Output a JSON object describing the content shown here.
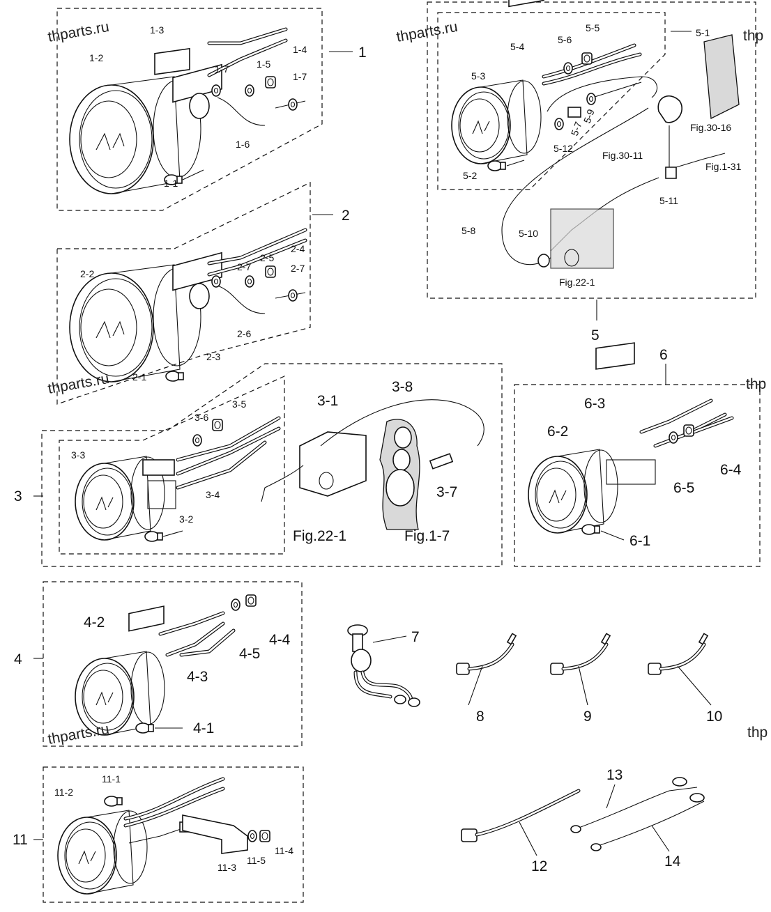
{
  "colors": {
    "line": "#111111",
    "background": "#ffffff",
    "shade": "#d9d9d9"
  },
  "watermarks": [
    "thparts.ru",
    "thparts.ru",
    "thparts.ru",
    "thparts.ru",
    "thp",
    "thp",
    "thp"
  ],
  "groups": {
    "g1": {
      "id": "1",
      "parts": [
        "1-1",
        "1-2",
        "1-3",
        "1-4",
        "1-5",
        "1-6",
        "1-7",
        "1-7"
      ]
    },
    "g2": {
      "id": "2",
      "parts": [
        "2-1",
        "2-2",
        "2-3",
        "2-4",
        "2-5",
        "2-6",
        "2-7",
        "2-7"
      ]
    },
    "g3": {
      "id": "3",
      "parts": [
        "3-1",
        "3-2",
        "3-3",
        "3-4",
        "3-5",
        "3-6",
        "3-7",
        "3-8"
      ],
      "refs": [
        "Fig.22-1",
        "Fig.1-7"
      ]
    },
    "g4": {
      "id": "4",
      "parts": [
        "4-1",
        "4-2",
        "4-3",
        "4-4",
        "4-5"
      ]
    },
    "g5": {
      "id": "5",
      "parts": [
        "5-1",
        "5-2",
        "5-3",
        "5-4",
        "5-5",
        "5-6",
        "5-7",
        "5-9",
        "5-8",
        "5-10",
        "5-11",
        "5-12"
      ],
      "refs": [
        "Fig.30-16",
        "Fig.30-11",
        "Fig.1-31",
        "Fig.22-1"
      ]
    },
    "g6": {
      "id": "6",
      "parts": [
        "6-1",
        "6-2",
        "6-3",
        "6-4",
        "6-5"
      ]
    },
    "g11": {
      "id": "11",
      "parts": [
        "11-1",
        "11-2",
        "11-3",
        "11-4",
        "11-5"
      ]
    }
  },
  "standalone": [
    "7",
    "8",
    "9",
    "10",
    "12",
    "13",
    "14"
  ]
}
